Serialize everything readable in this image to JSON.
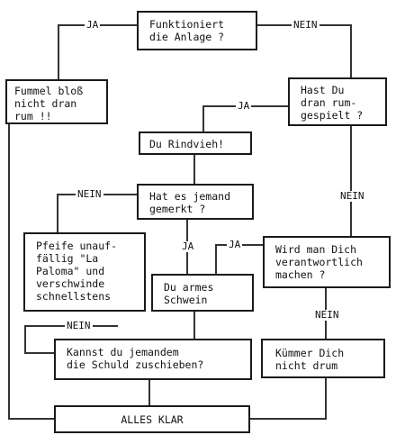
{
  "nodes": {
    "funktioniert": "Funktioniert\ndie Anlage ?",
    "fummel": "Fummel bloß\nnicht dran\nrum !!",
    "hast_du": "Hast Du\ndran rum-\ngespielt ?",
    "rindvieh": "Du Rindvieh!",
    "gemerkt": "Hat es jemand\ngemerkt ?",
    "pfeife": "Pfeife unauf-\nfällig \"La\nPaloma\" und\nverschwinde\nschnellstens",
    "armes": "Du armes\nSchwein",
    "verantwortlich": "Wird man Dich\nverantwortlich\nmachen ?",
    "schuld": "Kannst du jemandem\ndie Schuld zuschieben?",
    "kummer": "Kümmer Dich\nnicht drum",
    "alles_klar": "ALLES KLAR"
  },
  "edge_labels": {
    "ja_top": "JA",
    "nein_top": "NEIN",
    "ja_hast": "JA",
    "nein_hast": "NEIN",
    "nein_gemerkt": "NEIN",
    "ja_gemerkt": "JA",
    "ja_verantwortlich": "JA",
    "nein_verantwortlich": "NEIN",
    "nein_schuld": "NEIN"
  },
  "colors": {
    "line": "#333333",
    "border": "#1a1a1a",
    "text": "#111111"
  }
}
